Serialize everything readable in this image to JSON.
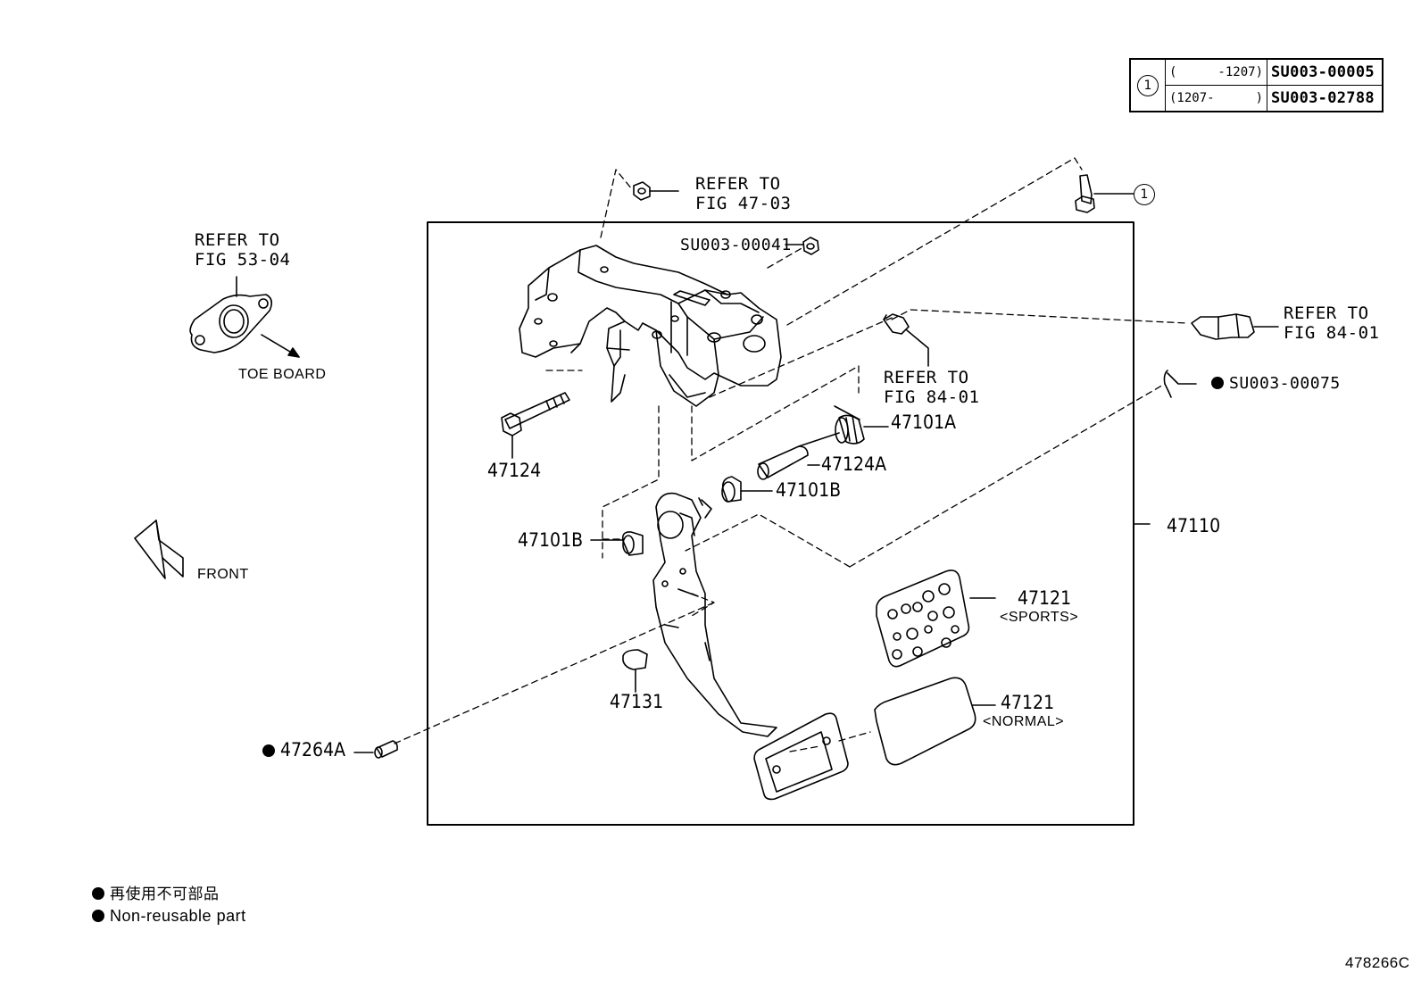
{
  "figure_code": "478266C",
  "reference_table": {
    "marker": "1",
    "rows": [
      {
        "range_start": "(",
        "range_end": "-1207)",
        "part": "SU003-00005"
      },
      {
        "range_start": "(1207-",
        "range_end": ")",
        "part": "SU003-02788"
      }
    ]
  },
  "callouts": {
    "bolt_marker": "1",
    "refer_47_03": [
      "REFER TO",
      "FIG 47-03"
    ],
    "refer_53_04": [
      "REFER TO",
      "FIG 53-04"
    ],
    "refer_84_01_switch": [
      "REFER TO",
      "FIG 84-01"
    ],
    "refer_84_01_bracket": [
      "REFER TO",
      "FIG 84-01"
    ],
    "toe_board": "TOE BOARD",
    "front": "FRONT"
  },
  "parts": {
    "nut": "SU003-00041",
    "clip": "SU003-00075",
    "bushing_a": "47101A",
    "spacer_a": "47124A",
    "bushing_b_upper": "47101B",
    "bushing_b_lower": "47101B",
    "bolt": "47124",
    "assembly": "47110",
    "pad_sports": "47121",
    "pad_sports_note": "<SPORTS>",
    "pad_normal": "47121",
    "pad_normal_note": "<NORMAL>",
    "stopper": "47131",
    "pin": "47264A"
  },
  "legend": [
    {
      "text": "再使用不可部品"
    },
    {
      "text": "Non-reusable part"
    }
  ]
}
